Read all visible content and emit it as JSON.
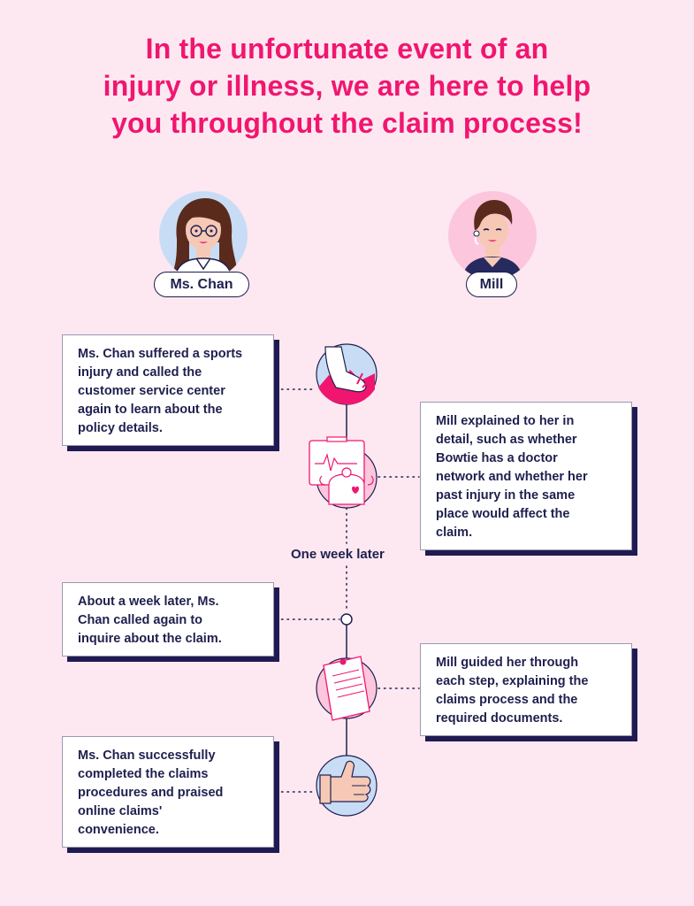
{
  "headline": {
    "line1": "In the unfortunate event of an",
    "line2": "injury or illness, we are here to help",
    "line3": "you throughout the claim process!"
  },
  "characters": {
    "left_name": "Ms. Chan",
    "right_name": "Mill"
  },
  "timeline": {
    "week_label": "One week later"
  },
  "cards": {
    "card1": [
      "Ms. Chan suffered a sports",
      "injury and called the",
      "customer service center",
      "again to learn about the",
      "policy details."
    ],
    "card2": [
      "Mill explained to her in",
      "detail, such as whether",
      "Bowtie has a doctor",
      "network and whether her",
      "past injury in the same",
      "place would affect the",
      "claim."
    ],
    "card3": [
      "About a week later, Ms.",
      "Chan called again to",
      "inquire about the claim."
    ],
    "card4": [
      "Mill guided her through",
      "each step, explaining the",
      "claims process and the",
      "required documents."
    ],
    "card5": [
      "Ms. Chan successfully",
      "completed the claims",
      "procedures and praised",
      "online claims'",
      "convenience."
    ]
  },
  "colors": {
    "background": "#fde8f1",
    "headline": "#f0166f",
    "navy": "#1f1f4f",
    "shadow": "#1f1a52",
    "accent_pink": "#f0166f",
    "light_blue": "#c8ddf5",
    "light_pink": "#fcc6dc"
  },
  "icons": [
    "injured-foot-icon",
    "heart-monitor-icon",
    "timeline-node-icon",
    "document-icon",
    "thumbs-up-icon"
  ]
}
